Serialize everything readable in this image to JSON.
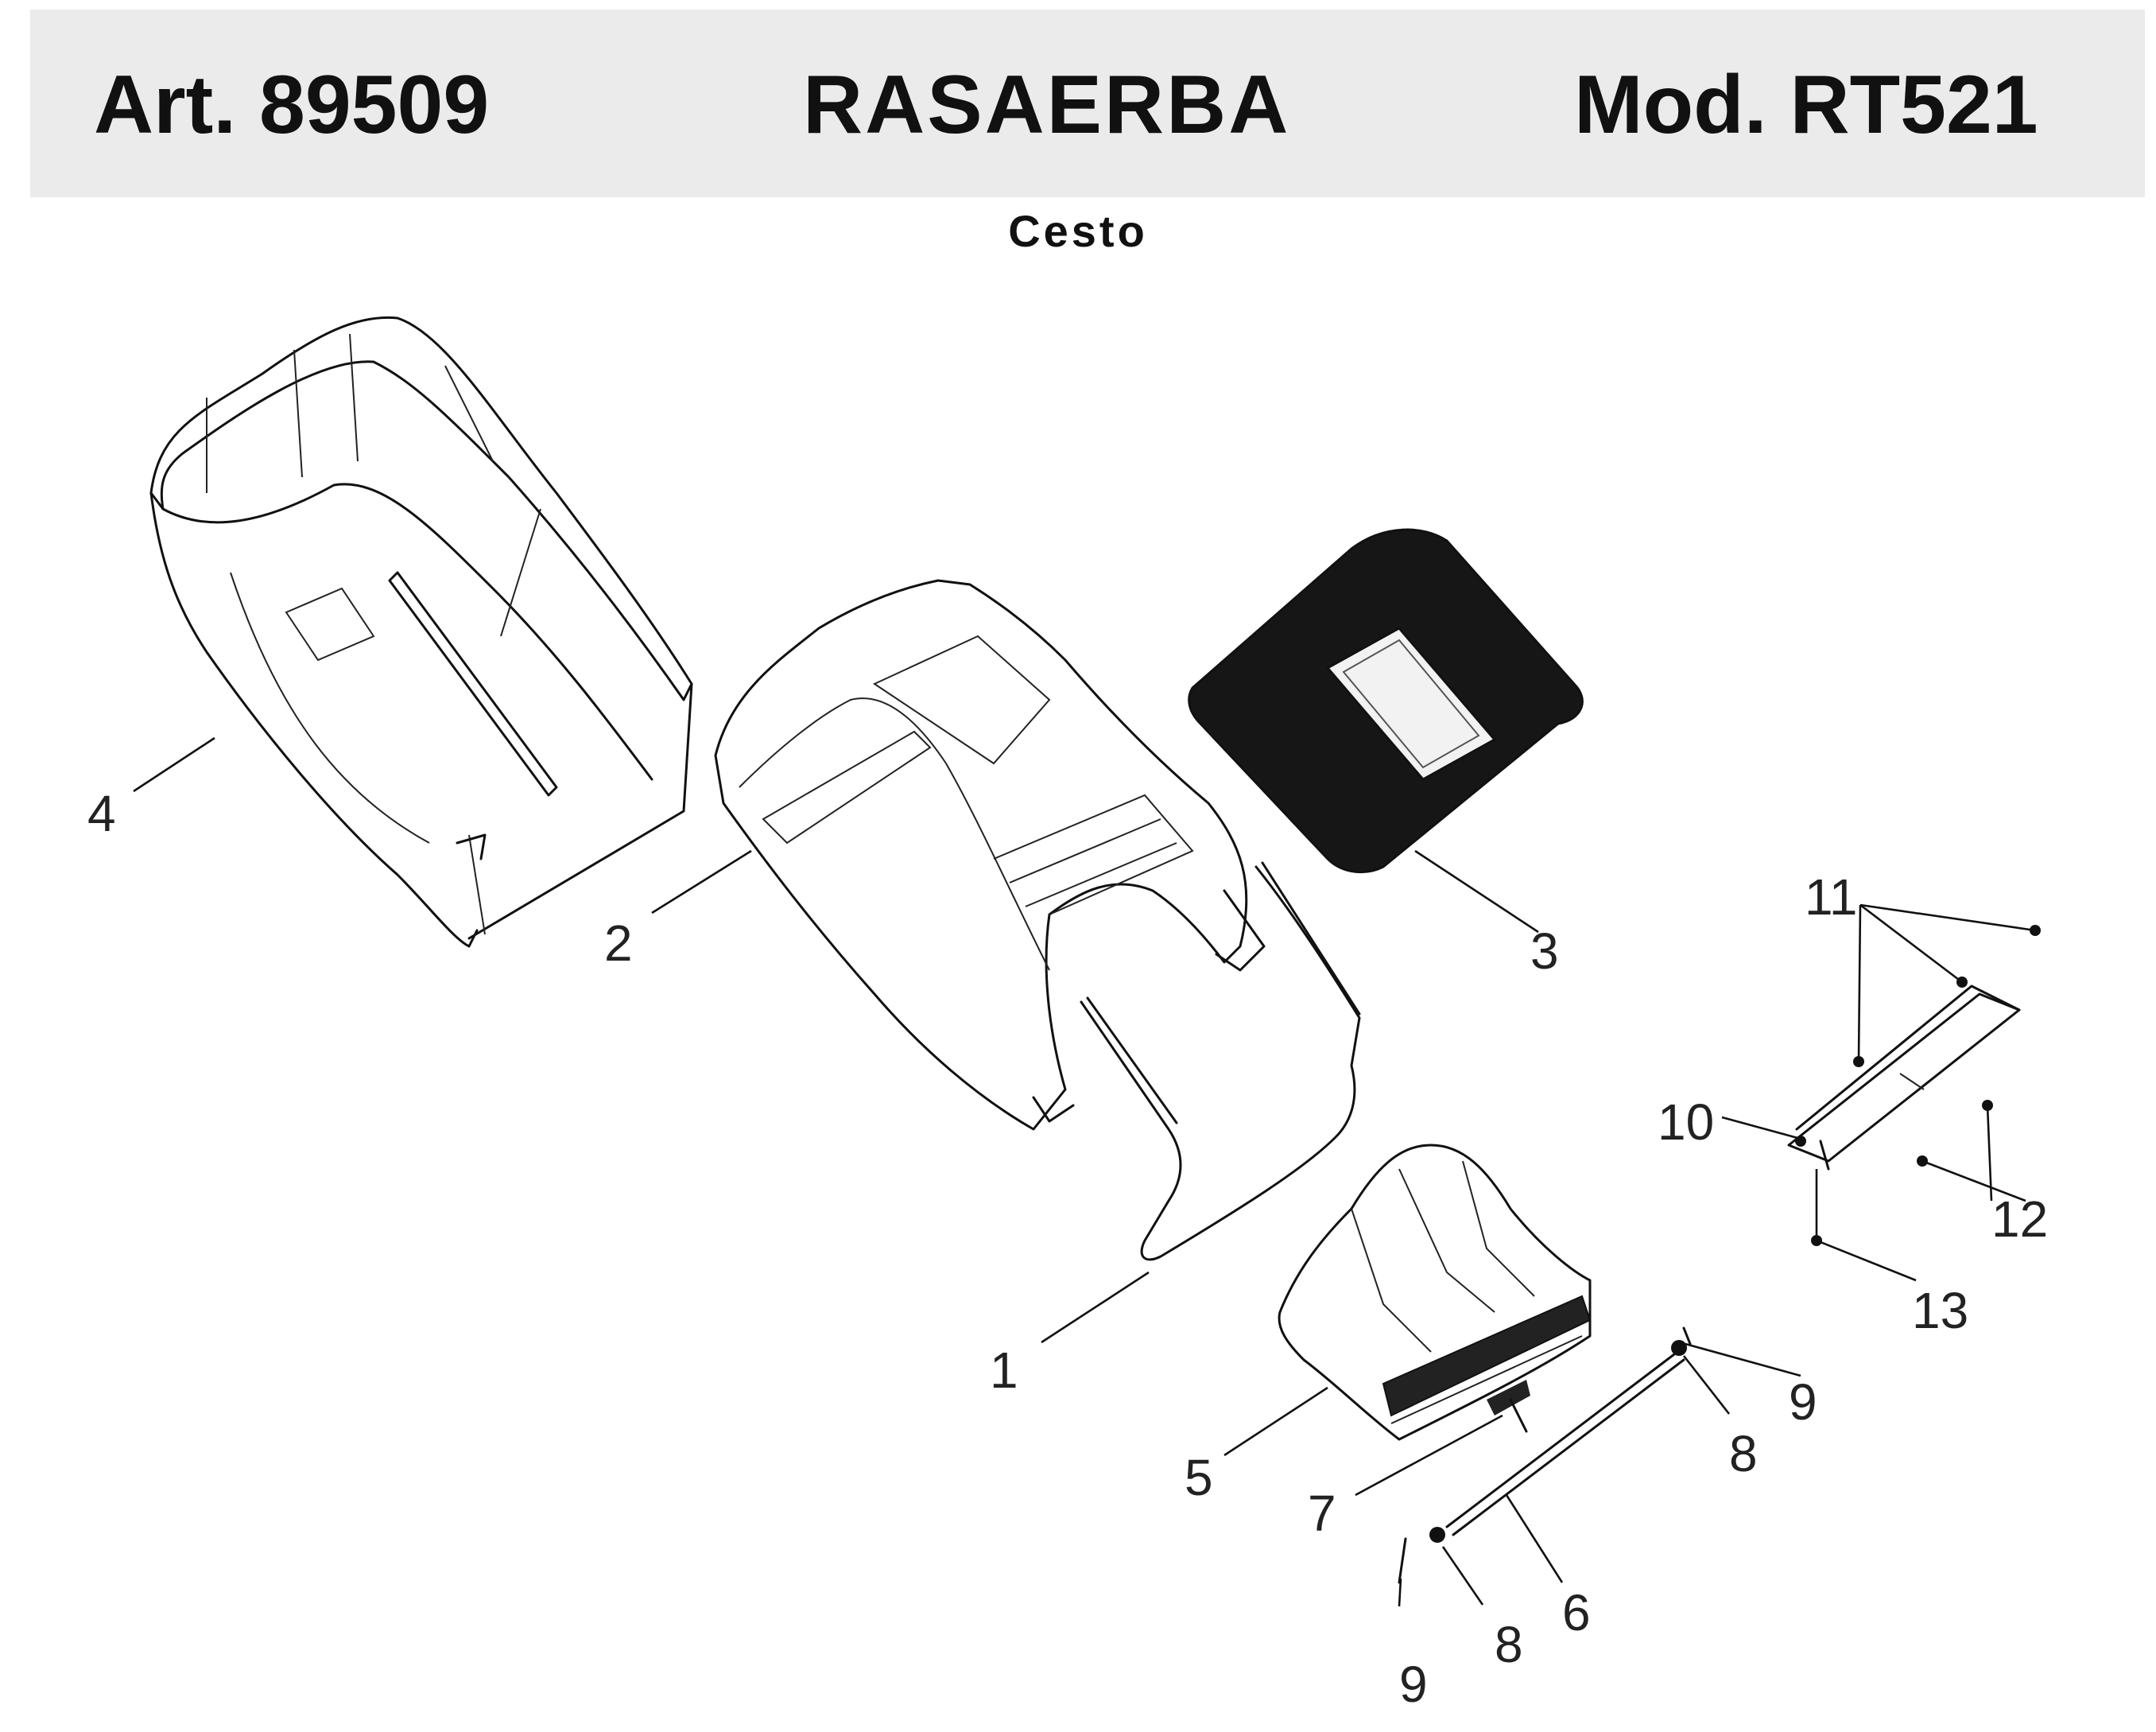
{
  "header": {
    "article": "Art. 89509",
    "title": "RASAERBA",
    "model": "Mod. RT521"
  },
  "subtitle": "Cesto",
  "callouts": [
    "1",
    "2",
    "3",
    "4",
    "5",
    "6",
    "7",
    "8",
    "8",
    "9",
    "9",
    "10",
    "11",
    "12",
    "13"
  ]
}
